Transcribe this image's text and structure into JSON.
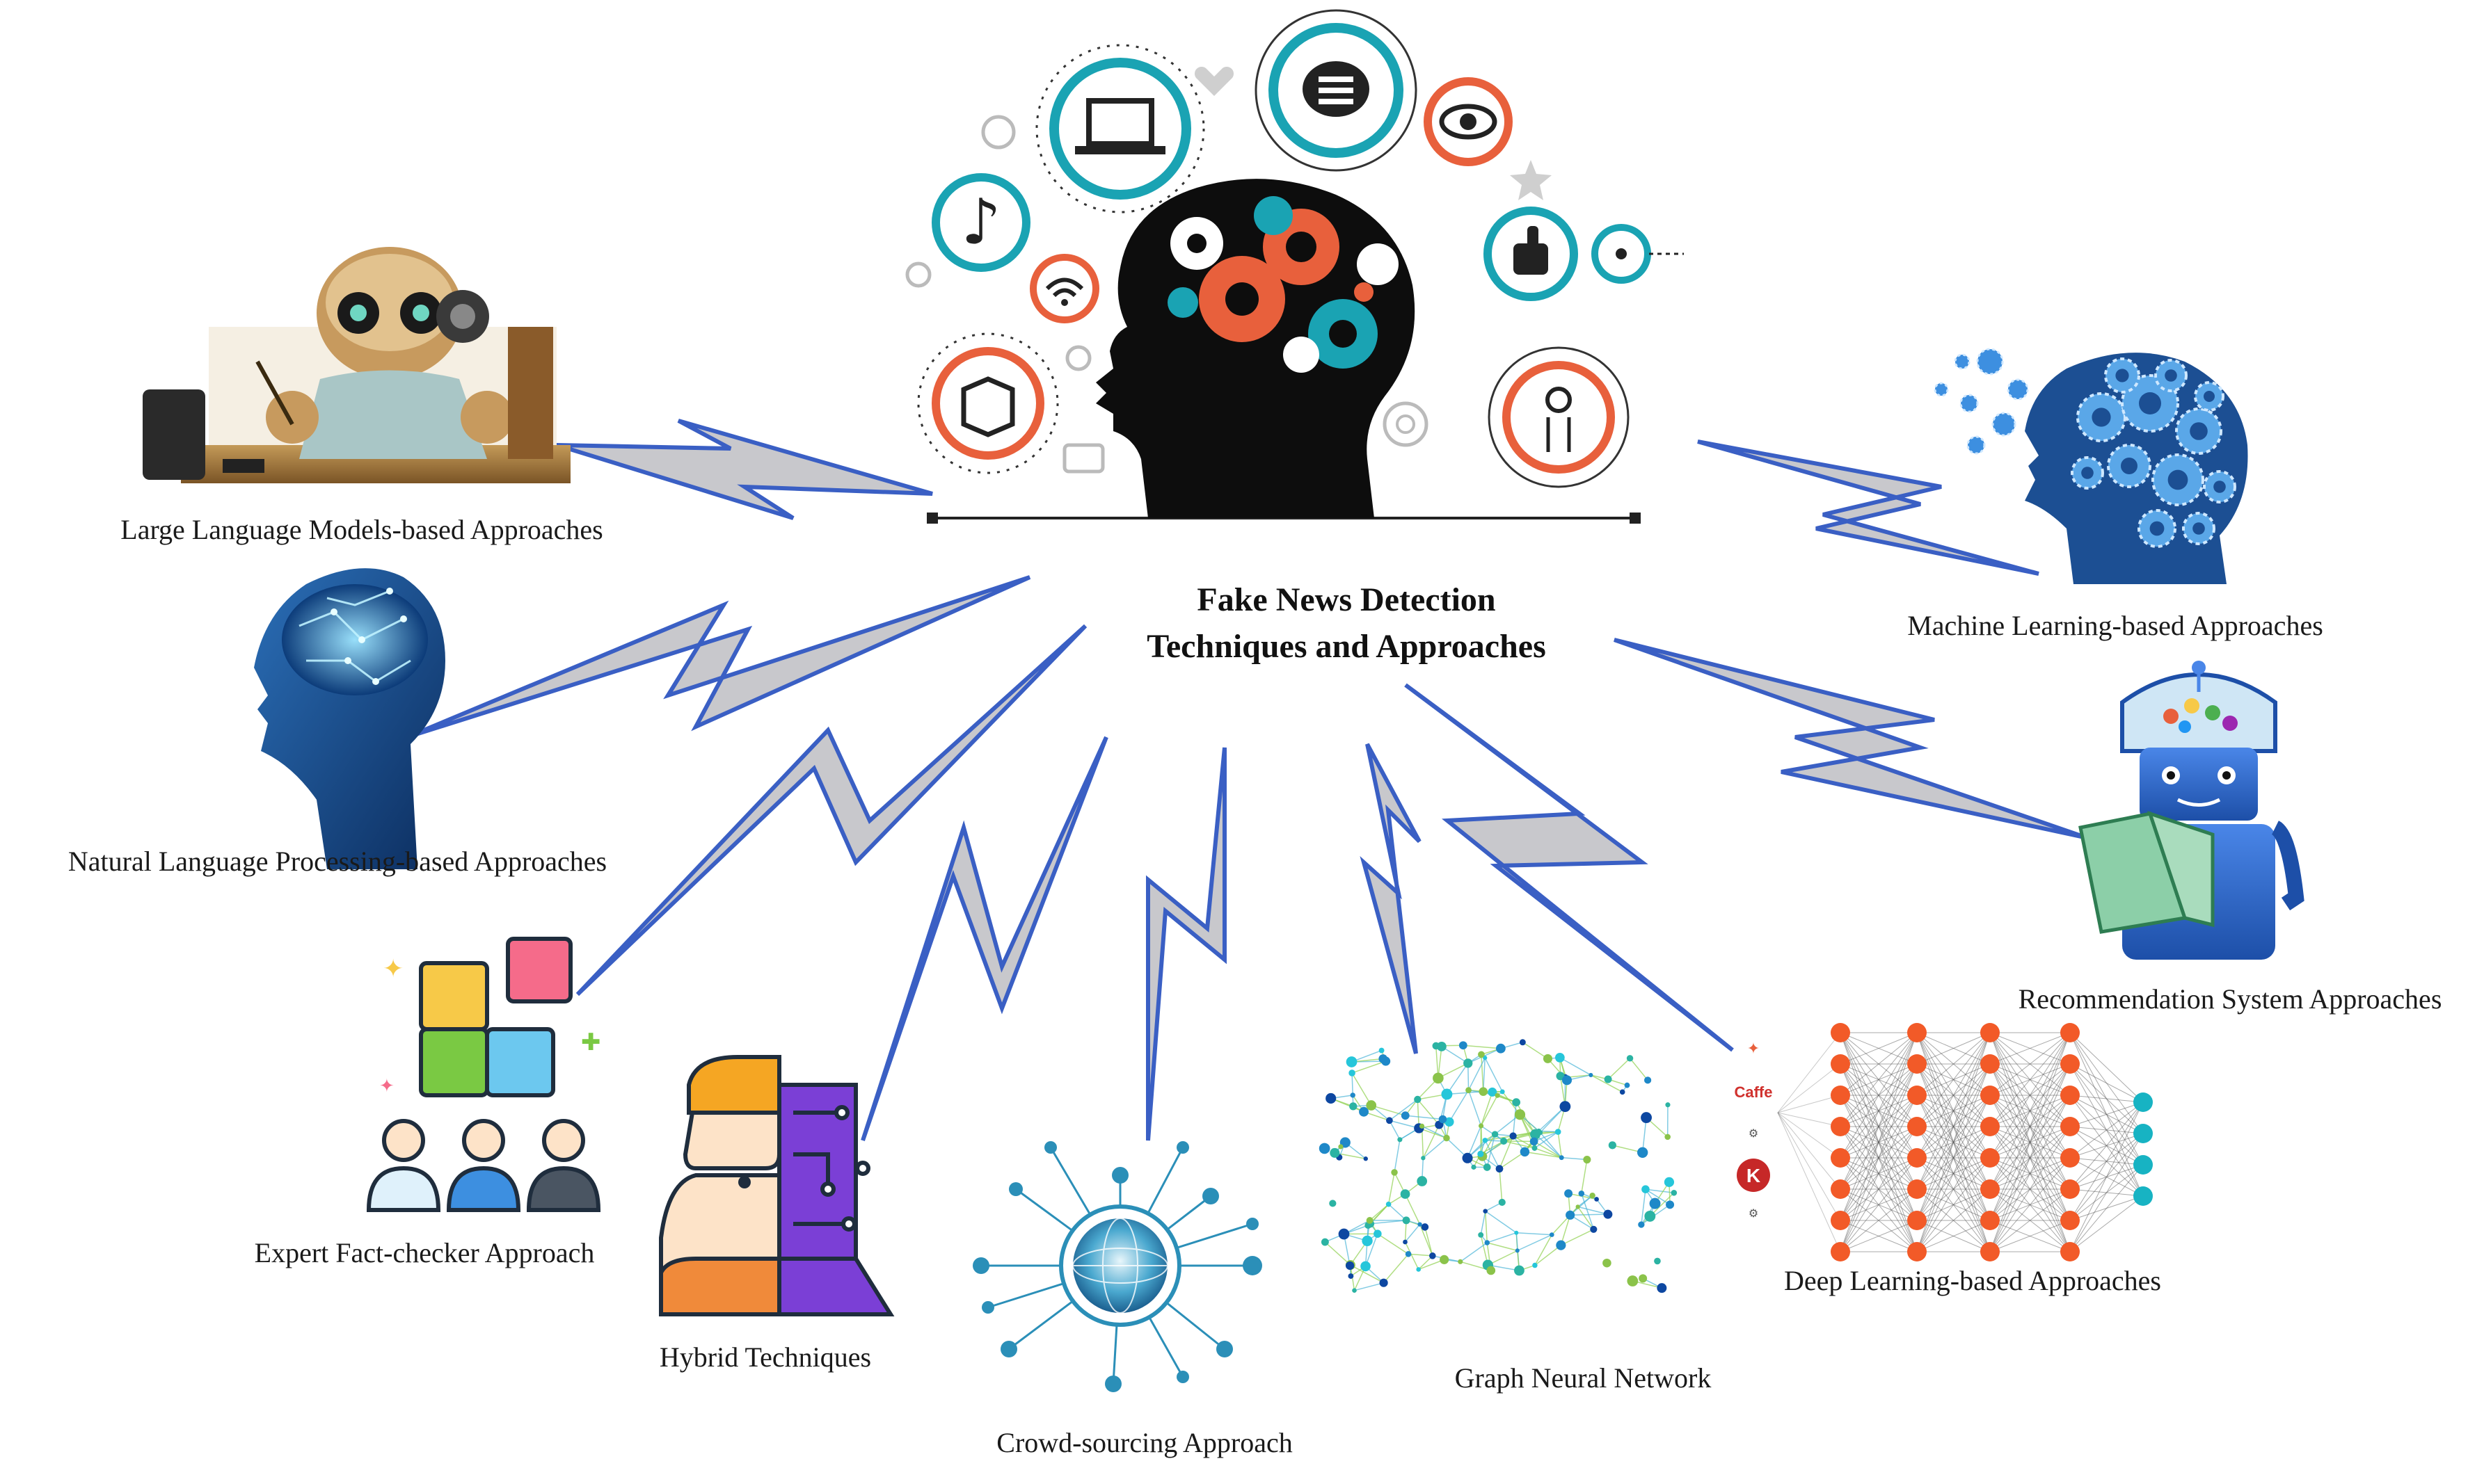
{
  "center": {
    "title_line1": "Fake News Detection",
    "title_line2": "Techniques and Approaches"
  },
  "nodes": [
    {
      "id": "llm",
      "label": "Large Language Models-based Approaches",
      "icon": "robot-writing-icon"
    },
    {
      "id": "nlp",
      "label": "Natural Language Processing-based Approaches",
      "icon": "digital-brain-head-icon"
    },
    {
      "id": "expert",
      "label": "Expert Fact-checker Approach",
      "icon": "puzzle-team-icon"
    },
    {
      "id": "hybrid",
      "label": "Hybrid Techniques",
      "icon": "human-circuit-face-icon"
    },
    {
      "id": "crowd",
      "label": "Crowd-sourcing Approach",
      "icon": "globe-network-icon"
    },
    {
      "id": "gnn",
      "label": "Graph Neural Network",
      "icon": "graph-network-icon"
    },
    {
      "id": "dl",
      "label": "Deep Learning-based Approaches",
      "icon": "neural-network-icon"
    },
    {
      "id": "rec",
      "label": "Recommendation System Approaches",
      "icon": "robot-reading-icon"
    },
    {
      "id": "ml",
      "label": "Machine Learning-based Approaches",
      "icon": "gear-head-icon"
    }
  ],
  "dl_frameworks": [
    "Caffe",
    "K"
  ],
  "colors": {
    "bolt_fill": "#c8c8cc",
    "bolt_stroke": "#3a5fc4",
    "teal": "#1aa3b3",
    "orange": "#e8603c",
    "navy": "#1f3b73"
  }
}
